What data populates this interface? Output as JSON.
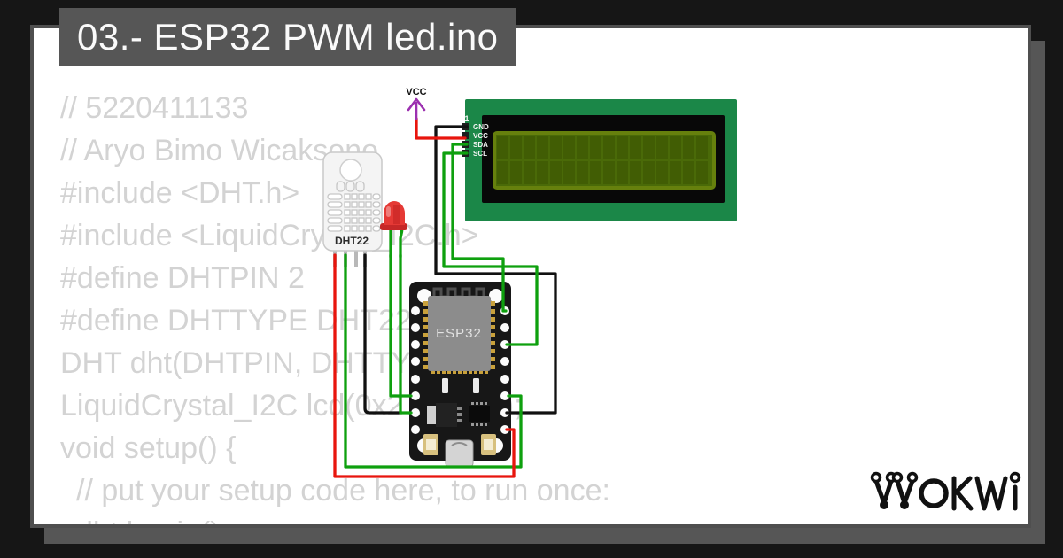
{
  "title": {
    "text": "03.- ESP32 PWM led.ino"
  },
  "code": {
    "lines": [
      {
        "text": "// 5220411133",
        "indent": false
      },
      {
        "text": "// Aryo Bimo Wicaksono",
        "indent": false
      },
      {
        "text": "#include <DHT.h>",
        "indent": false
      },
      {
        "text": "#include <LiquidCrystal_I2C.h>",
        "indent": false
      },
      {
        "text": "#define DHTPIN 2",
        "indent": false
      },
      {
        "text": "#define DHTTYPE DHT22",
        "indent": false
      },
      {
        "text": "DHT dht(DHTPIN, DHTTYPE);",
        "indent": false
      },
      {
        "text": "LiquidCrystal_I2C lcd(0x27, 16, 2);",
        "indent": false
      },
      {
        "text": "void setup() {",
        "indent": false
      },
      {
        "text": "// put your setup code here, to run once:",
        "indent": true
      },
      {
        "text": "dht.begin();",
        "indent": true
      }
    ]
  },
  "circuit": {
    "vcc": {
      "label": "VCC",
      "color": "#9c30b0"
    },
    "lcd": {
      "pin1_label": "1",
      "pins": [
        "GND",
        "VCC",
        "SDA",
        "SCL"
      ],
      "pcb_color": "#1b8748",
      "screen_color": "#66800d"
    },
    "esp32": {
      "label": "ESP32"
    },
    "dht22": {
      "label": "DHT22"
    },
    "led": {
      "color": "#e53935"
    },
    "wire_colors": {
      "power": "#e8150d",
      "data": "#0ea00e",
      "ground": "#111111"
    }
  },
  "logo": {
    "text": "WOKWI"
  },
  "frame": {
    "background": "#161616",
    "chrome": "#565656",
    "page": "#ffffff"
  }
}
